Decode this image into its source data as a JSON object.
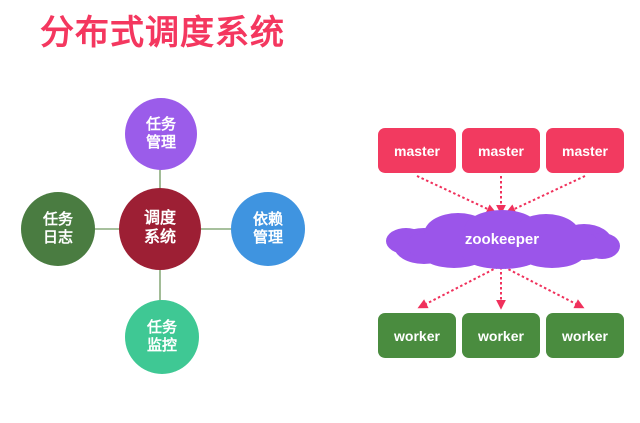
{
  "page": {
    "title": "分布式调度系统",
    "background_color": "#ffffff",
    "title_color": "#f4375f"
  },
  "hub_diagram": {
    "name": "scheduling-system-hub-diagram",
    "connector_color": "#8aab7d",
    "center": {
      "id": "center",
      "line1": "调度",
      "line2": "系统",
      "color": "#9d1f34"
    },
    "spokes": [
      {
        "id": "top",
        "line1": "任务",
        "line2": "管理",
        "color": "#9b5cea"
      },
      {
        "id": "left",
        "line1": "任务",
        "line2": "日志",
        "color": "#4a7c41"
      },
      {
        "id": "right",
        "line1": "依赖",
        "line2": "管理",
        "color": "#3f94e0"
      },
      {
        "id": "bottom",
        "line1": "任务",
        "line2": "监控",
        "color": "#3fc894"
      }
    ]
  },
  "zookeeper_diagram": {
    "name": "zookeeper-cluster-diagram",
    "arrow_color": "#f0315c",
    "cloud": {
      "label": "zookeeper",
      "color": "#9b55ea"
    },
    "masters": [
      {
        "label": "master",
        "color": "#f23a60"
      },
      {
        "label": "master",
        "color": "#f23a60"
      },
      {
        "label": "master",
        "color": "#f23a60"
      }
    ],
    "workers": [
      {
        "label": "worker",
        "color": "#4a8c3f"
      },
      {
        "label": "worker",
        "color": "#4a8c3f"
      },
      {
        "label": "worker",
        "color": "#4a8c3f"
      }
    ]
  }
}
